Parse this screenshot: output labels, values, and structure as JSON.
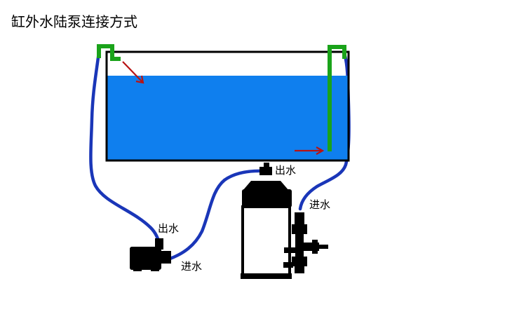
{
  "title": "缸外水陆泵连接方式",
  "labels": {
    "filter_outlet": "出水",
    "filter_inlet": "进水",
    "pump_outlet": "出水",
    "pump_inlet": "进水"
  },
  "colors": {
    "water": "#0f7fee",
    "hose": "#1a36b8",
    "pipe": "#1aa31a",
    "flow_arrow": "#b81313",
    "outline": "#000000"
  }
}
